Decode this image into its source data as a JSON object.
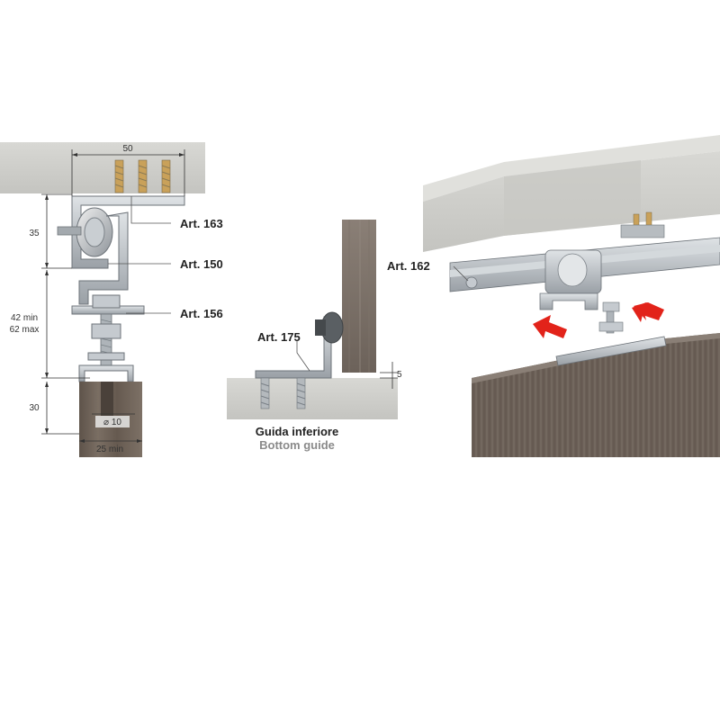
{
  "dimensions": {
    "width_top": "50",
    "height_wheel": "35",
    "height_adjust_min": "42 min",
    "height_adjust_max": "62 max",
    "height_door": "30",
    "diameter_hole": "⌀ 10",
    "width_door_min": "25 min",
    "gap_bottom": "5"
  },
  "parts": {
    "art_163": "Art. 163",
    "art_150": "Art. 150",
    "art_156": "Art. 156",
    "art_175": "Art. 175",
    "art_162": "Art. 162"
  },
  "caption": {
    "italian": "Guida inferiore",
    "english": "Bottom guide"
  },
  "colors": {
    "concrete": "#cfcfcb",
    "wood": "#6e6258",
    "metal": "#b9bec3",
    "arrow": "#e2231a"
  }
}
